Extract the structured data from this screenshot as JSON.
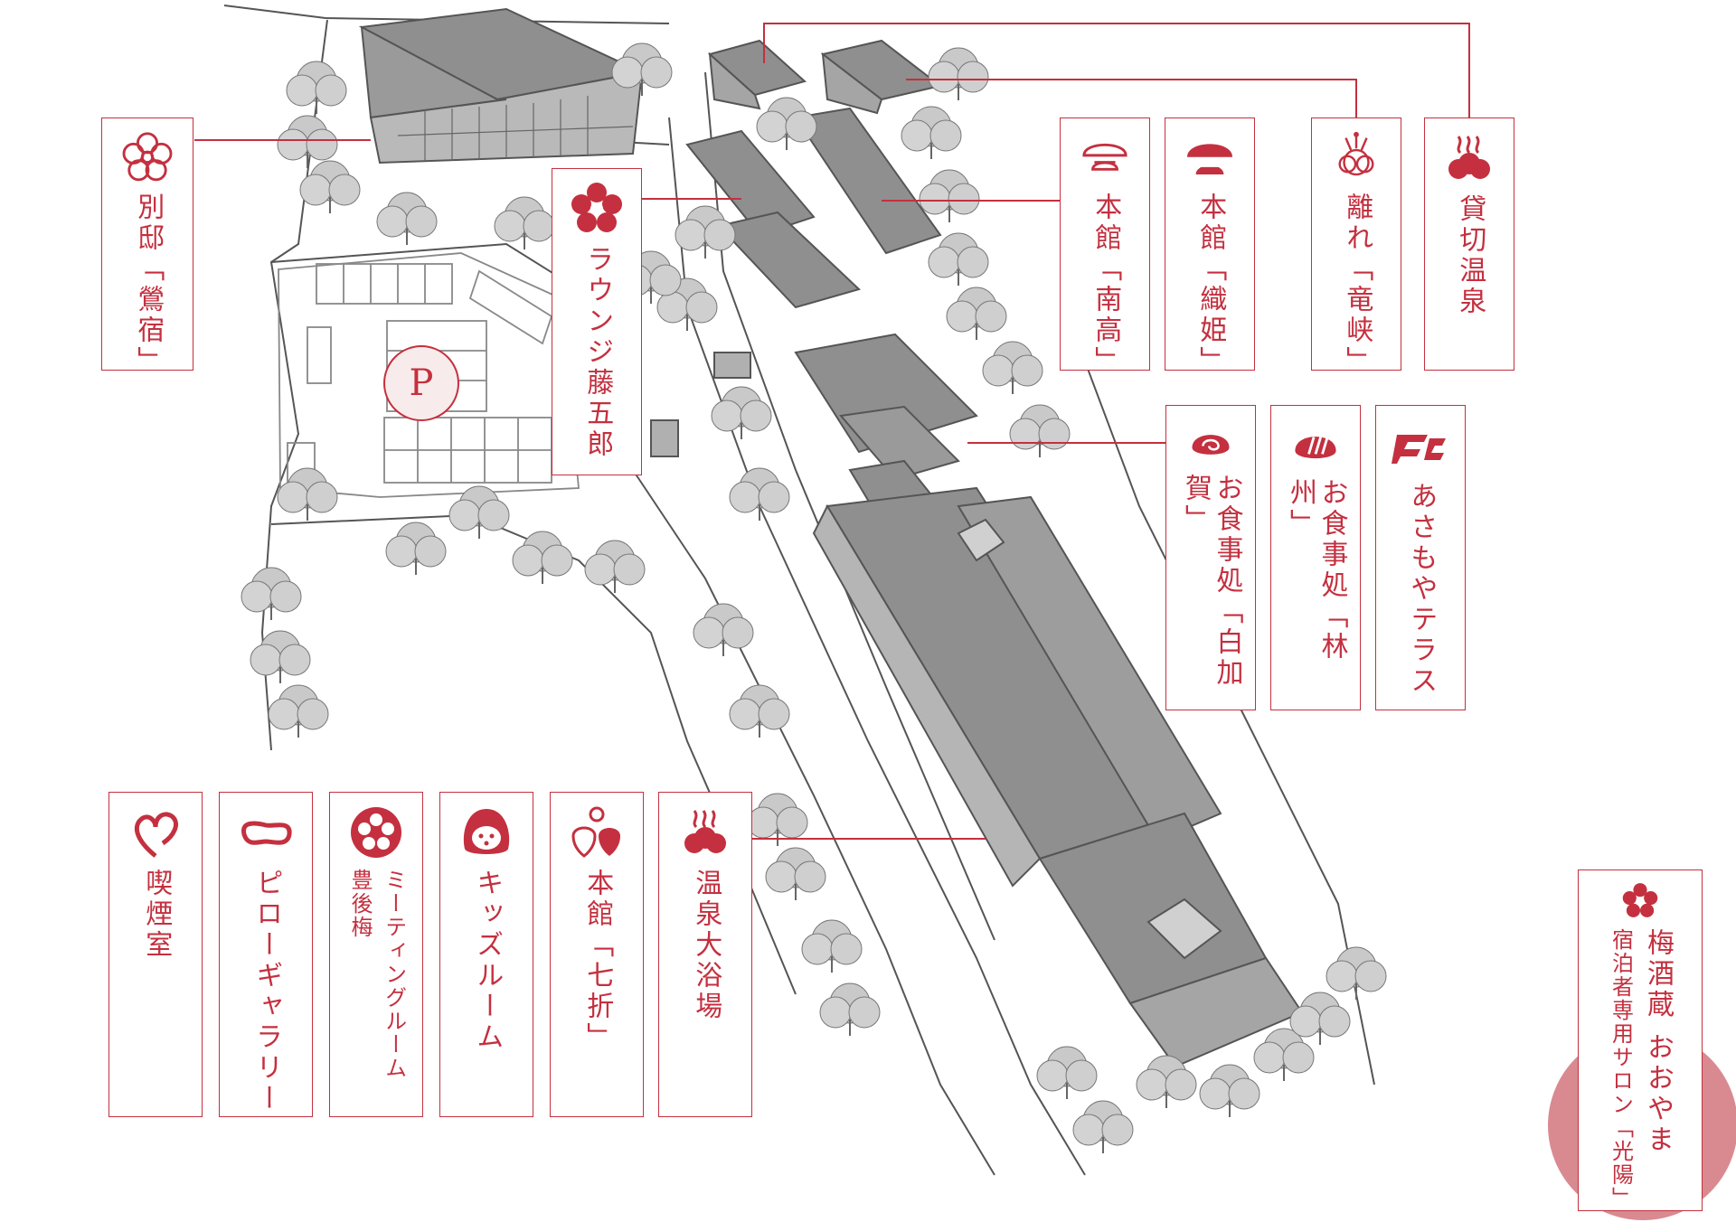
{
  "colors": {
    "accent": "#c4303f",
    "roof": "#8f8f8f",
    "ground_line": "#555555",
    "parking_circle": "#f7eceb",
    "disc": "#d98a91"
  },
  "parking": {
    "symbol": "P"
  },
  "labels": {
    "bettei": {
      "text": "別邸「鶯宿」",
      "icon": "plum-blossom-outline-icon"
    },
    "lounge": {
      "text": "ラウンジ藤五郎",
      "icon": "plum-blossom-filled-icon"
    },
    "nanko": {
      "text": "本館「南高」",
      "icon": "pine-cloud-outline-icon"
    },
    "orihime": {
      "text": "本館「織姫」",
      "icon": "pine-cloud-filled-icon"
    },
    "hanare": {
      "text": "離れ「竜峡」",
      "icon": "crest-flower-icon"
    },
    "kashikiri": {
      "text": "貸切温泉",
      "icon": "hot-spring-plum-icon"
    },
    "shirakaga": {
      "text": "お食事処「白加賀」",
      "icon": "swirl-plum-icon"
    },
    "rinshu": {
      "text": "お食事処「林州」",
      "icon": "chopsticks-plum-icon"
    },
    "terrace": {
      "text": "あさもやテラス",
      "icon": "terrace-logo-icon"
    },
    "smoking": {
      "text": "喫煙室",
      "icon": "heart-leaf-icon"
    },
    "pillow": {
      "text": "ピローギャラリー",
      "icon": "pillow-icon"
    },
    "meeting": {
      "text": "ミーティングルーム",
      "text2": "豊後梅",
      "icon": "ring-plum-icon"
    },
    "kids": {
      "text": "キッズルーム",
      "icon": "daruma-icon"
    },
    "nanaori": {
      "text": "本館「七折」",
      "icon": "twin-fruit-icon"
    },
    "daiyokujo": {
      "text": "温泉大浴場",
      "icon": "hot-spring-plum-icon"
    },
    "umeshu": {
      "text": "梅酒蔵 おおやま",
      "text2": "宿泊者専用サロン「光陽」",
      "icon": "plum-crest-icon"
    }
  }
}
